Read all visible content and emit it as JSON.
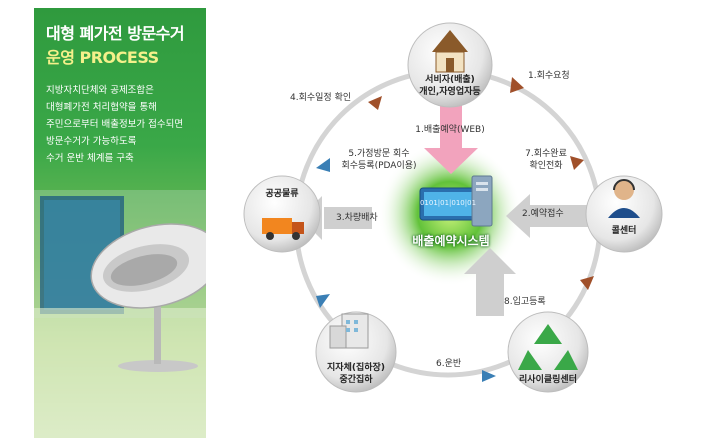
{
  "left_panel": {
    "title_line1": "대형 폐가전 방문수거",
    "title_line2": "운영 PROCESS",
    "description": [
      "지방자치단체와 공제조합은",
      "대형폐가전 처리협약을 통해",
      "주민으로부터 배출정보가 접수되면",
      "방문수거가 가능하도록",
      "수거 운반 체계를 구축"
    ]
  },
  "center": {
    "label": "배출예약시스템",
    "screen_text": "0101|01|010|01"
  },
  "nodes": {
    "top": {
      "line1": "서비자(배출)",
      "line2": "개인,자영업자등"
    },
    "right": {
      "line1": "콜센터"
    },
    "bottom_right": {
      "line1": "리사이클링센터"
    },
    "bottom_left": {
      "line1": "지자체(집하장)",
      "line2": "중간집하"
    },
    "left": {
      "line1": "공공물류"
    }
  },
  "steps": {
    "s1": "1.회수요청",
    "s1_web": "1.배출예약(WEB)",
    "s2": "2.예약접수",
    "s3": "3.차량배차",
    "s4": "4.회수일정 확인",
    "s5_line1": "5.가정방문 회수",
    "s5_line2": "회수등록(PDA이용)",
    "s6": "6.운반",
    "s7_line1": "7.회수완료",
    "s7_line2": "확인전화",
    "s8": "8.입고등록"
  },
  "colors": {
    "green": "#3aa848",
    "arrow_brown": "#a0502a",
    "arrow_blue": "#3a7fb5",
    "ring": "#d4d4d4",
    "pink_arrow": "#f2a3bd",
    "gray_arrow": "#cfcfcf"
  },
  "icons": [
    "house-icon",
    "operator-icon",
    "recycle-icon",
    "building-icon",
    "truck-icon",
    "server-icon",
    "chair-icon"
  ]
}
